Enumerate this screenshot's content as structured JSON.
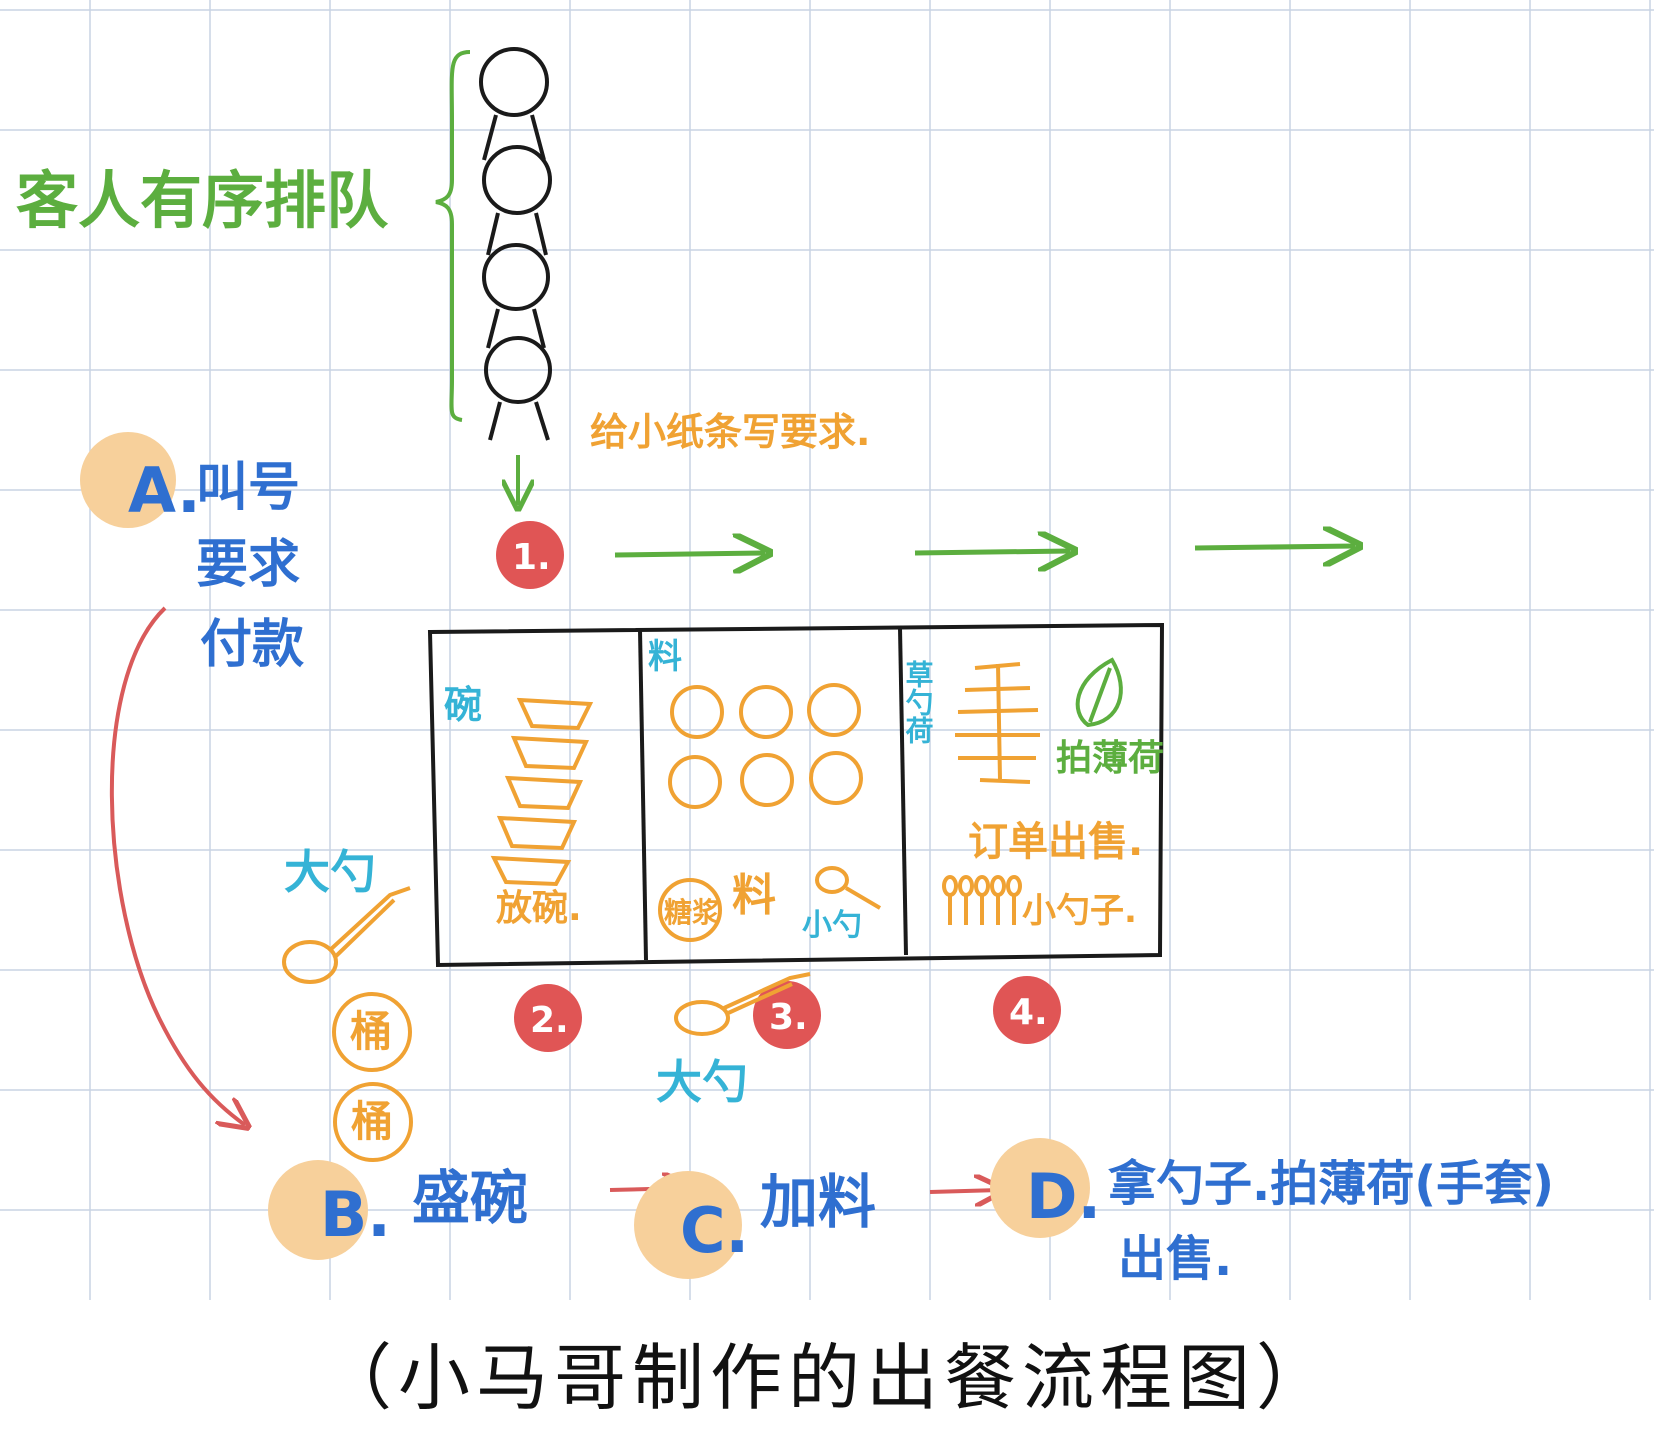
{
  "colors": {
    "green": "#5cae3f",
    "orange": "#f0a233",
    "blue": "#2f6fd0",
    "cyan": "#35b3d6",
    "red": "#d95a5a",
    "badge": "#e05555",
    "highlight": "#f7d09b",
    "grid": "#c9d3e3",
    "ink": "#1a1a1a"
  },
  "queue": {
    "label": "客人有序排队",
    "note": "给小纸条写要求."
  },
  "steps": {
    "s1": "1.",
    "s2": "2.",
    "s3": "3.",
    "s4": "4."
  },
  "counter": {
    "bowl_label": "碗",
    "bowl_action": "放碗.",
    "topping_label": "料",
    "syrup_label": "糖浆",
    "syrup_suffix": "料",
    "small_spoon_label": "小勺",
    "side_label": "草勺荷",
    "mint_label": "拍薄荷",
    "sale_label": "订单出售.",
    "small_spoons_label": "小勺子."
  },
  "station": {
    "big_spoon_1": "大勺",
    "big_spoon_2": "大勺",
    "bucket_1": "桶",
    "bucket_2": "桶"
  },
  "process": {
    "a_letter": "A.",
    "a_line1": "叫号",
    "a_line2": "要求",
    "a_line3": "付款",
    "b_letter": "B.",
    "b_text": "盛碗",
    "c_letter": "C.",
    "c_text": "加料",
    "d_letter": "D.",
    "d_line1": "拿勺子.拍薄荷(手套)",
    "d_line2": "出售."
  },
  "caption": "（小马哥制作的出餐流程图）"
}
